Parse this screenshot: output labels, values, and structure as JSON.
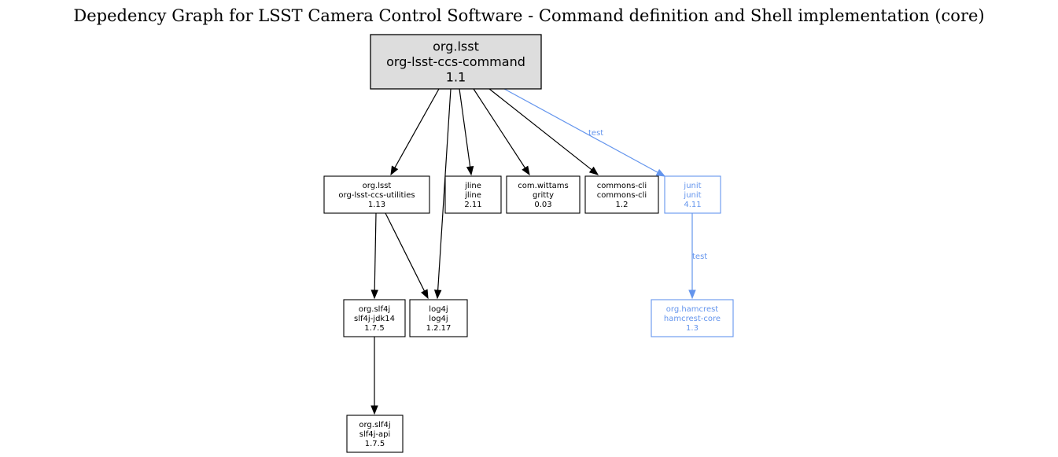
{
  "title": "Depedency Graph for LSST Camera Control Software - Command definition and Shell implementation (core)",
  "colors": {
    "root_fill": "#dddddd",
    "compile": "#000000",
    "test": "#6495ed"
  },
  "nodes": [
    {
      "id": "root",
      "group": "org.lsst",
      "artifact": "org-lsst-ccs-command",
      "version": "1.1",
      "scope": "root"
    },
    {
      "id": "utilities",
      "group": "org.lsst",
      "artifact": "org-lsst-ccs-utilities",
      "version": "1.13",
      "scope": "compile"
    },
    {
      "id": "jline",
      "group": "jline",
      "artifact": "jline",
      "version": "2.11",
      "scope": "compile"
    },
    {
      "id": "gritty",
      "group": "com.wittams",
      "artifact": "gritty",
      "version": "0.03",
      "scope": "compile"
    },
    {
      "id": "commonscli",
      "group": "commons-cli",
      "artifact": "commons-cli",
      "version": "1.2",
      "scope": "compile"
    },
    {
      "id": "junit",
      "group": "junit",
      "artifact": "junit",
      "version": "4.11",
      "scope": "test"
    },
    {
      "id": "slf4jjdk14",
      "group": "org.slf4j",
      "artifact": "slf4j-jdk14",
      "version": "1.7.5",
      "scope": "compile"
    },
    {
      "id": "log4j",
      "group": "log4j",
      "artifact": "log4j",
      "version": "1.2.17",
      "scope": "compile"
    },
    {
      "id": "hamcrest",
      "group": "org.hamcrest",
      "artifact": "hamcrest-core",
      "version": "1.3",
      "scope": "test"
    },
    {
      "id": "slf4japi",
      "group": "org.slf4j",
      "artifact": "slf4j-api",
      "version": "1.7.5",
      "scope": "compile"
    }
  ],
  "edges": [
    {
      "from": "root",
      "to": "utilities",
      "label": ""
    },
    {
      "from": "root",
      "to": "log4j",
      "label": ""
    },
    {
      "from": "root",
      "to": "jline",
      "label": ""
    },
    {
      "from": "root",
      "to": "gritty",
      "label": ""
    },
    {
      "from": "root",
      "to": "commonscli",
      "label": ""
    },
    {
      "from": "root",
      "to": "junit",
      "label": "test"
    },
    {
      "from": "utilities",
      "to": "slf4jjdk14",
      "label": ""
    },
    {
      "from": "utilities",
      "to": "log4j",
      "label": ""
    },
    {
      "from": "junit",
      "to": "hamcrest",
      "label": "test"
    },
    {
      "from": "slf4jjdk14",
      "to": "slf4japi",
      "label": ""
    }
  ]
}
